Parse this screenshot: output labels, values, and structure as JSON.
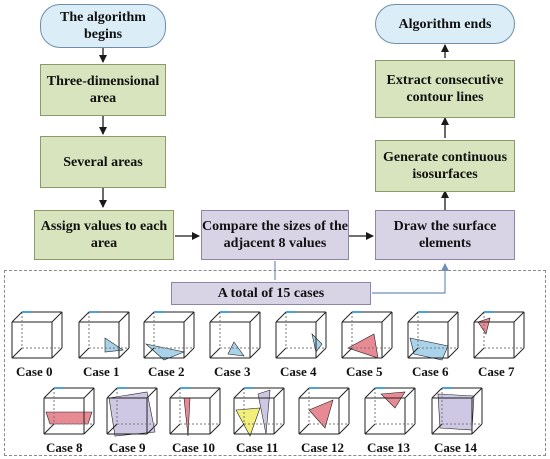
{
  "nodes": {
    "start": "The algorithm begins",
    "three_dim": "Three-dimensional area",
    "several": "Several areas",
    "assign": "Assign values to each area",
    "compare": "Compare the sizes of the adjacent 8 values",
    "draw": "Draw the surface elements",
    "generate": "Generate continuous isosurfaces",
    "extract": "Extract consecutive contour lines",
    "end": "Algorithm ends",
    "total": "A total of 15 cases"
  },
  "cases": [
    "Case 0",
    "Case 1",
    "Case 2",
    "Case 3",
    "Case 4",
    "Case 5",
    "Case 6",
    "Case 7",
    "Case 8",
    "Case 9",
    "Case 10",
    "Case 11",
    "Case 12",
    "Case 13",
    "Case 14"
  ],
  "colors": {
    "process_green": "#d7e4bd",
    "process_purple": "#d9d3e6",
    "terminal_blue": "#dbeef8",
    "arrow": "#6f8fb6",
    "face_blue": "#a9d3ea",
    "face_red": "#e88a94",
    "face_yellow": "#f2ef7a",
    "face_lavender": "#cfc8e4"
  }
}
